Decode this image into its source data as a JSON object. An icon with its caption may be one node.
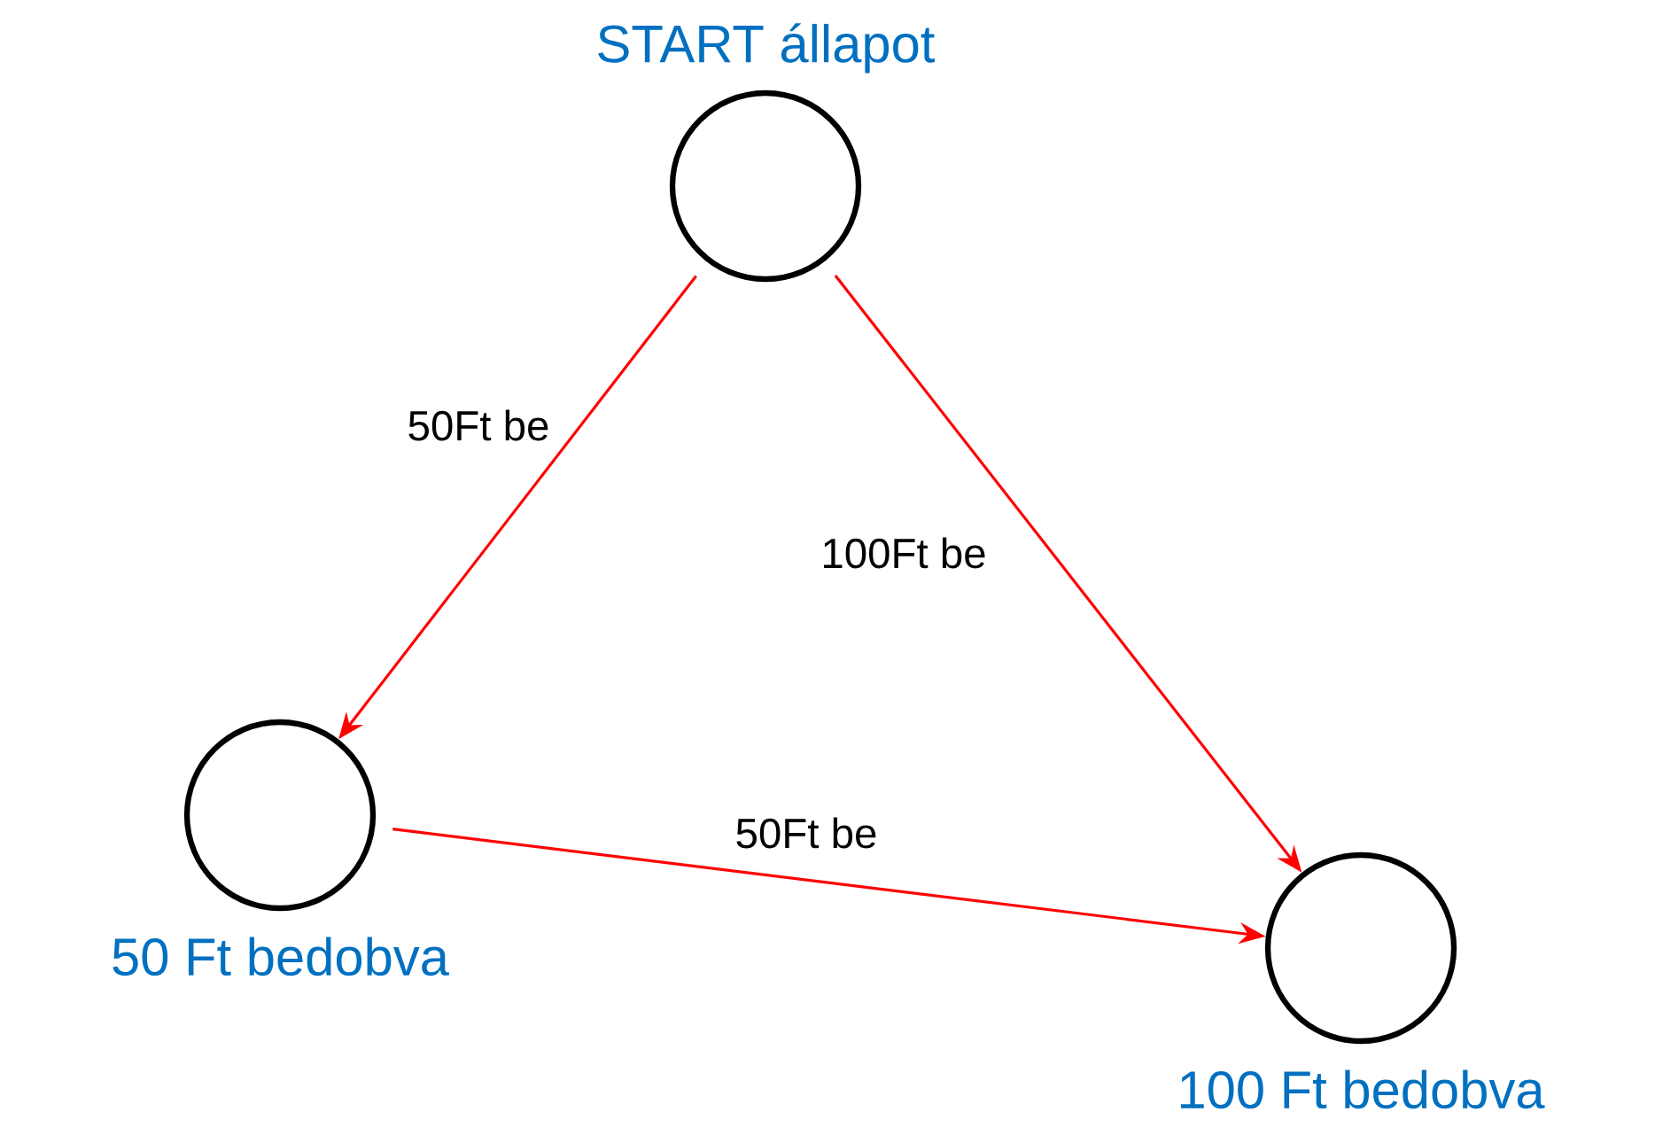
{
  "diagram": {
    "nodes": [
      {
        "text": [
          "START állapot"
        ]
      },
      {
        "text": [
          "50 Ft bedobva"
        ]
      },
      {
        "text": [
          "100 Ft bedobva"
        ]
      }
    ],
    "edges": [
      {
        "from": 0,
        "to": 1,
        "arrow": "to",
        "label": "50Ft be",
        "color": "#ff0000"
      },
      {
        "from": 0,
        "to": 2,
        "arrow": "to",
        "label": "100Ft be",
        "color": "#ff0000"
      },
      {
        "from": 1,
        "to": 2,
        "arrow": "to",
        "label": "50Ft be",
        "color": "#ff0000"
      }
    ]
  }
}
